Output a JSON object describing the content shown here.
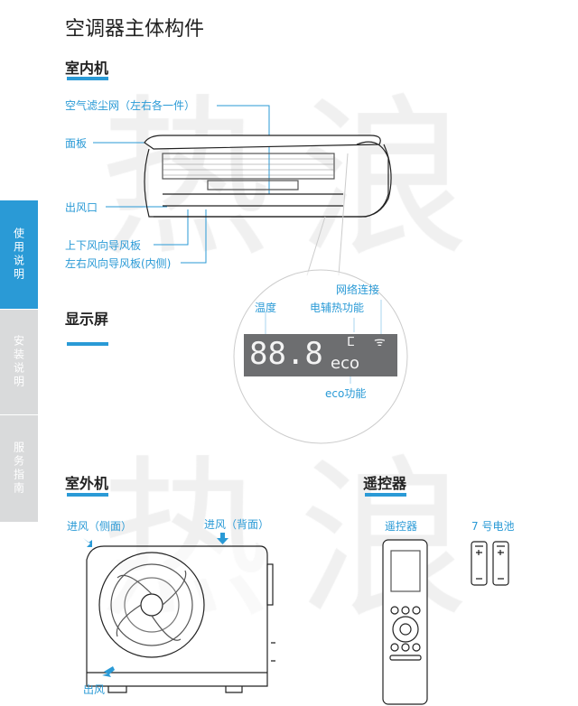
{
  "watermark": [
    "热",
    "浪",
    "热",
    "浪"
  ],
  "title": "空调器主体构件",
  "sidebar": {
    "tabs": [
      {
        "label": "使用说明",
        "active": true
      },
      {
        "label": "安装说明",
        "active": false
      },
      {
        "label": "服务指南",
        "active": false
      }
    ]
  },
  "indoor": {
    "heading": "室内机",
    "labels": {
      "filter": "空气滤尘网（左右各一件）",
      "panel": "面板",
      "outlet": "出风口",
      "vertical_louver": "上下风向导风板",
      "horizontal_louver": "左右风向导风板(内侧)"
    }
  },
  "display": {
    "heading": "显示屏",
    "labels": {
      "temp": "温度",
      "heater": "电辅热功能",
      "wifi": "网络连接",
      "eco": "eco功能"
    },
    "digits": "88.8",
    "eco_text": "eco"
  },
  "outdoor": {
    "heading": "室外机",
    "labels": {
      "inlet_side": "进风（侧面）",
      "inlet_back": "进风（背面）",
      "outlet": "出风"
    }
  },
  "remote": {
    "heading": "遥控器",
    "labels": {
      "remote": "遥控器",
      "battery": "7 号电池"
    }
  },
  "colors": {
    "accent": "#2a9ad6",
    "tab_gray": "#d9dadb",
    "lcd": "#6d6e70"
  }
}
